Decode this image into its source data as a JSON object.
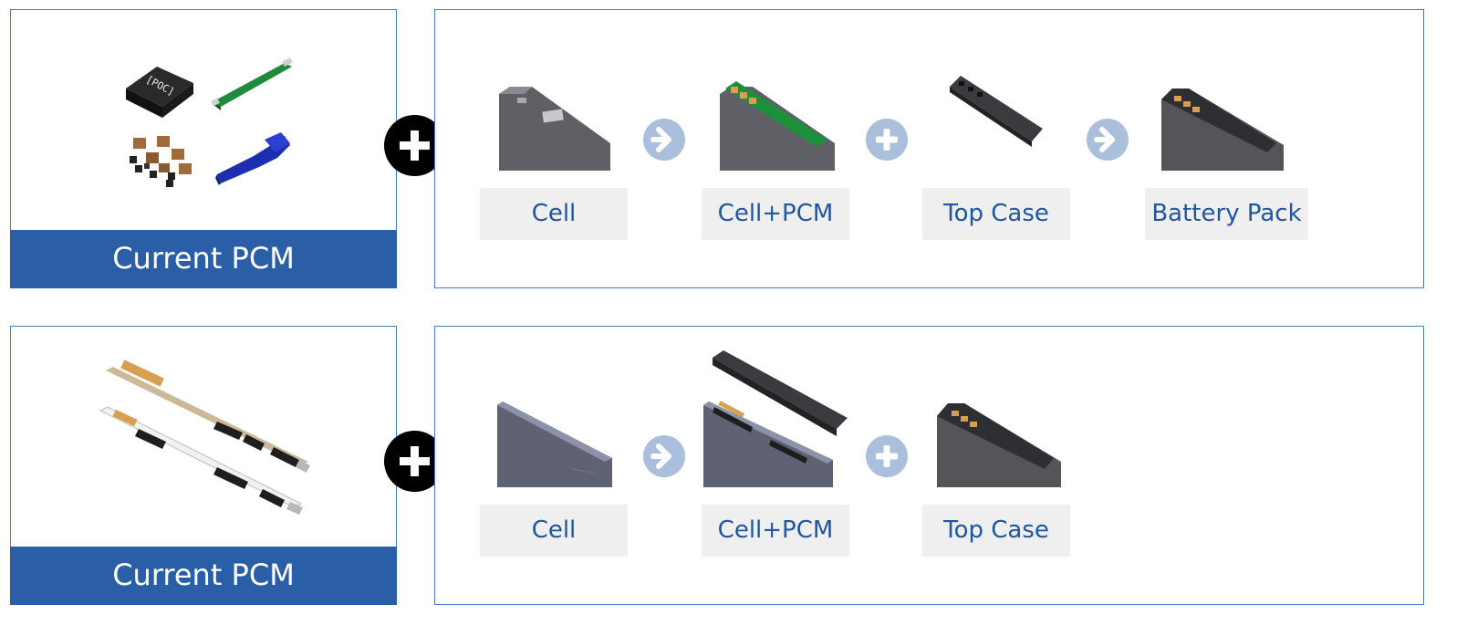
{
  "rows": [
    {
      "pcm_caption": "Current PCM",
      "steps": [
        {
          "label": "Cell"
        },
        {
          "label": "Cell+PCM"
        },
        {
          "label": "Top Case"
        },
        {
          "label": "Battery Pack"
        }
      ],
      "connectors": [
        "arrow",
        "plus",
        "arrow"
      ]
    },
    {
      "pcm_caption": "Current PCM",
      "steps": [
        {
          "label": "Cell"
        },
        {
          "label": "Cell+PCM"
        },
        {
          "label": "Top Case"
        }
      ],
      "connectors": [
        "arrow",
        "plus"
      ]
    }
  ],
  "chip_marking": "[POC]",
  "colors": {
    "accent": "#2a5ea7",
    "border": "#4a7bc4",
    "label_bg": "#efefef",
    "label_text": "#1f56a0",
    "connector": "#a9bfdb"
  }
}
